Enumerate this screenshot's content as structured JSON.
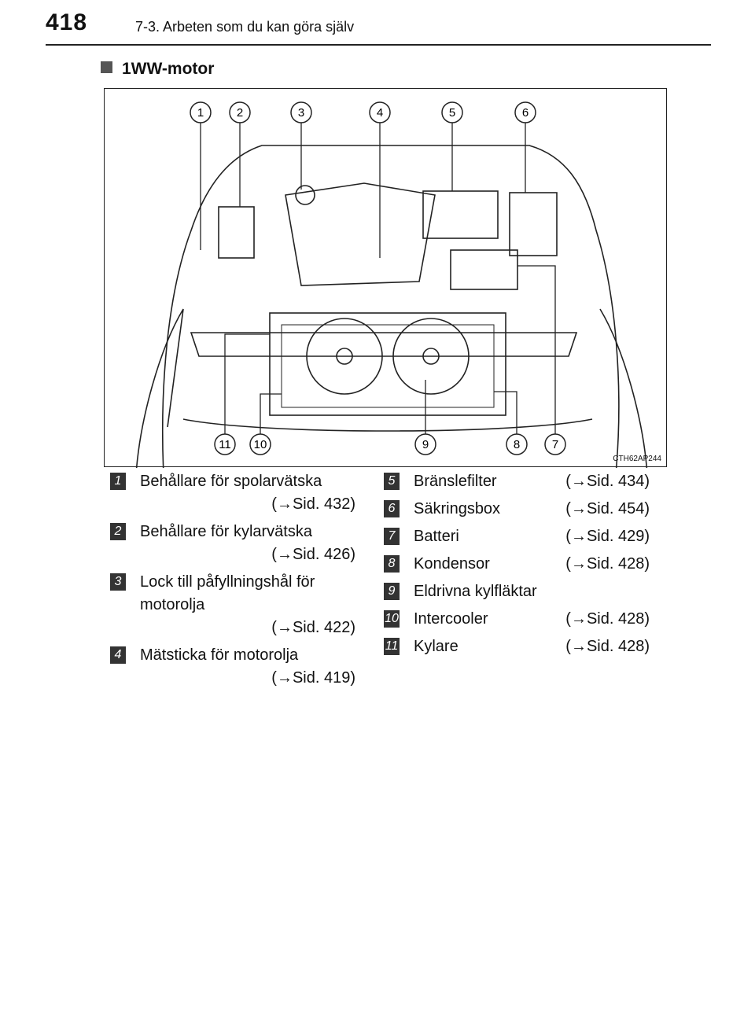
{
  "header": {
    "page_number": "418",
    "chapter": "7-3. Arbeten som du kan göra själv"
  },
  "section_title": "1WW-motor",
  "figure": {
    "code": "CTH62AP244",
    "callouts_top": [
      "1",
      "2",
      "3",
      "4",
      "5",
      "6"
    ],
    "callouts_bottom": [
      "11",
      "10",
      "9",
      "8",
      "7"
    ]
  },
  "legend_left": [
    {
      "num": "1",
      "label": "Behållare för spolarvätska",
      "ref": "(→Sid. 432)"
    },
    {
      "num": "2",
      "label": "Behållare för kylarvätska",
      "ref": "(→Sid. 426)"
    },
    {
      "num": "3",
      "label": "Lock till påfyllningshål för motorolja",
      "ref": "(→Sid. 422)"
    },
    {
      "num": "4",
      "label": "Mätsticka för motorolja",
      "ref": "(→Sid. 419)"
    }
  ],
  "legend_right": [
    {
      "num": "5",
      "label": "Bränslefilter",
      "ref": "(→Sid. 434)"
    },
    {
      "num": "6",
      "label": "Säkringsbox",
      "ref": "(→Sid. 454)"
    },
    {
      "num": "7",
      "label": "Batteri",
      "ref": "(→Sid. 429)"
    },
    {
      "num": "8",
      "label": "Kondensor",
      "ref": "(→Sid. 428)"
    },
    {
      "num": "9",
      "label": "Eldrivna kylfläktar",
      "ref": ""
    },
    {
      "num": "10",
      "label": "Intercooler",
      "ref": "(→Sid. 428)"
    },
    {
      "num": "11",
      "label": "Kylare",
      "ref": "(→Sid. 428)"
    }
  ]
}
